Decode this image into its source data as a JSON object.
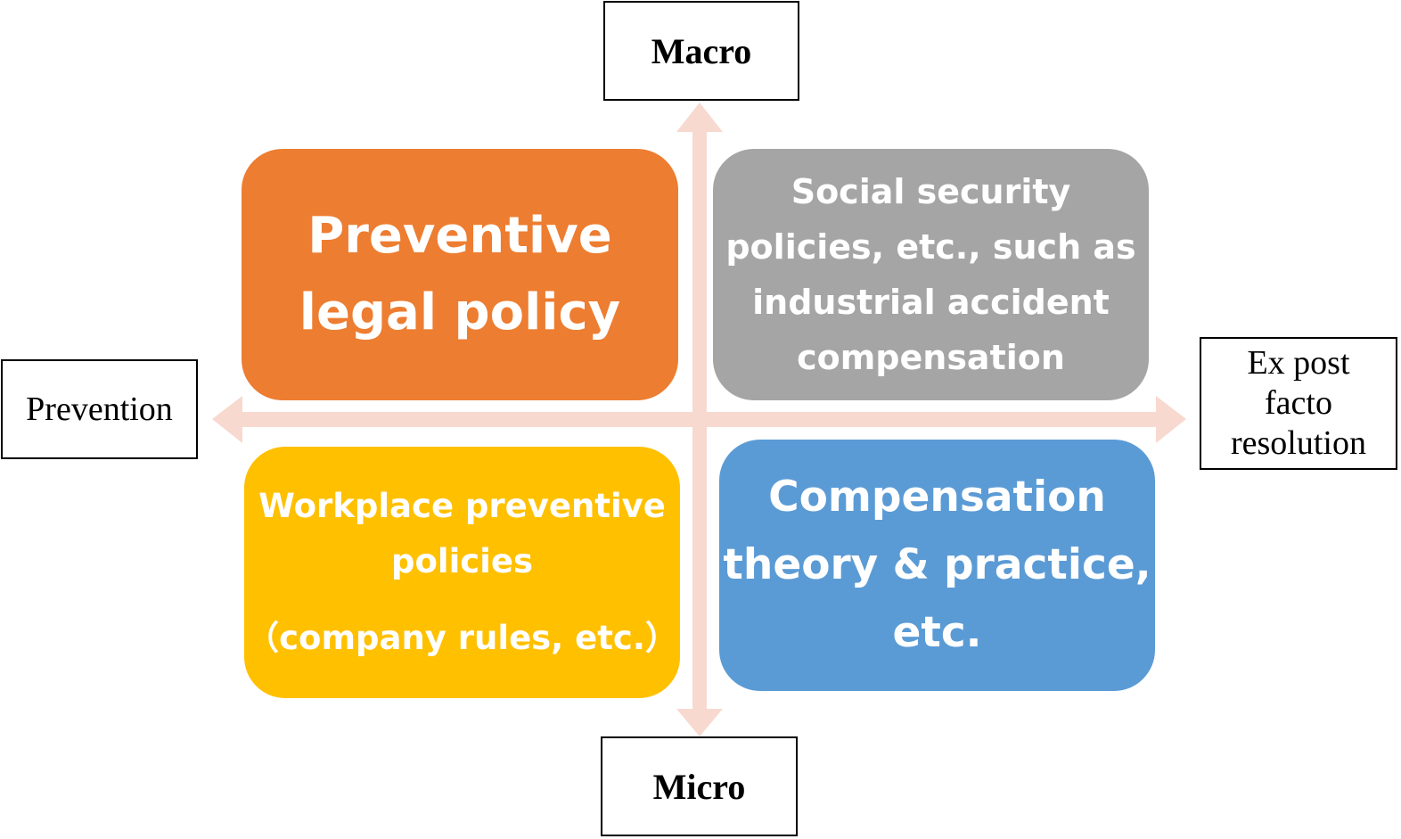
{
  "colors": {
    "axis_arrow": "#F8D9CF",
    "preventive_legal": "#ED7D31",
    "social_security": "#A5A5A5",
    "workplace": "#FFC000",
    "compensation": "#5B9BD5",
    "label_border": "#000000",
    "quadrant_text": "#FFFFFF"
  },
  "axis_labels": {
    "top": "Macro",
    "bottom": "Micro",
    "left": "Prevention",
    "right": [
      "Ex post",
      "facto",
      "resolution"
    ]
  },
  "quadrants": {
    "top_left": [
      "Preventive",
      "legal policy"
    ],
    "top_right": [
      "Social security",
      "policies, etc., such as",
      "industrial accident",
      "compensation"
    ],
    "bottom_left": [
      "Workplace preventive",
      "policies",
      "（company rules, etc.）"
    ],
    "bottom_right": [
      "Compensation",
      "theory & practice,",
      "etc."
    ]
  }
}
